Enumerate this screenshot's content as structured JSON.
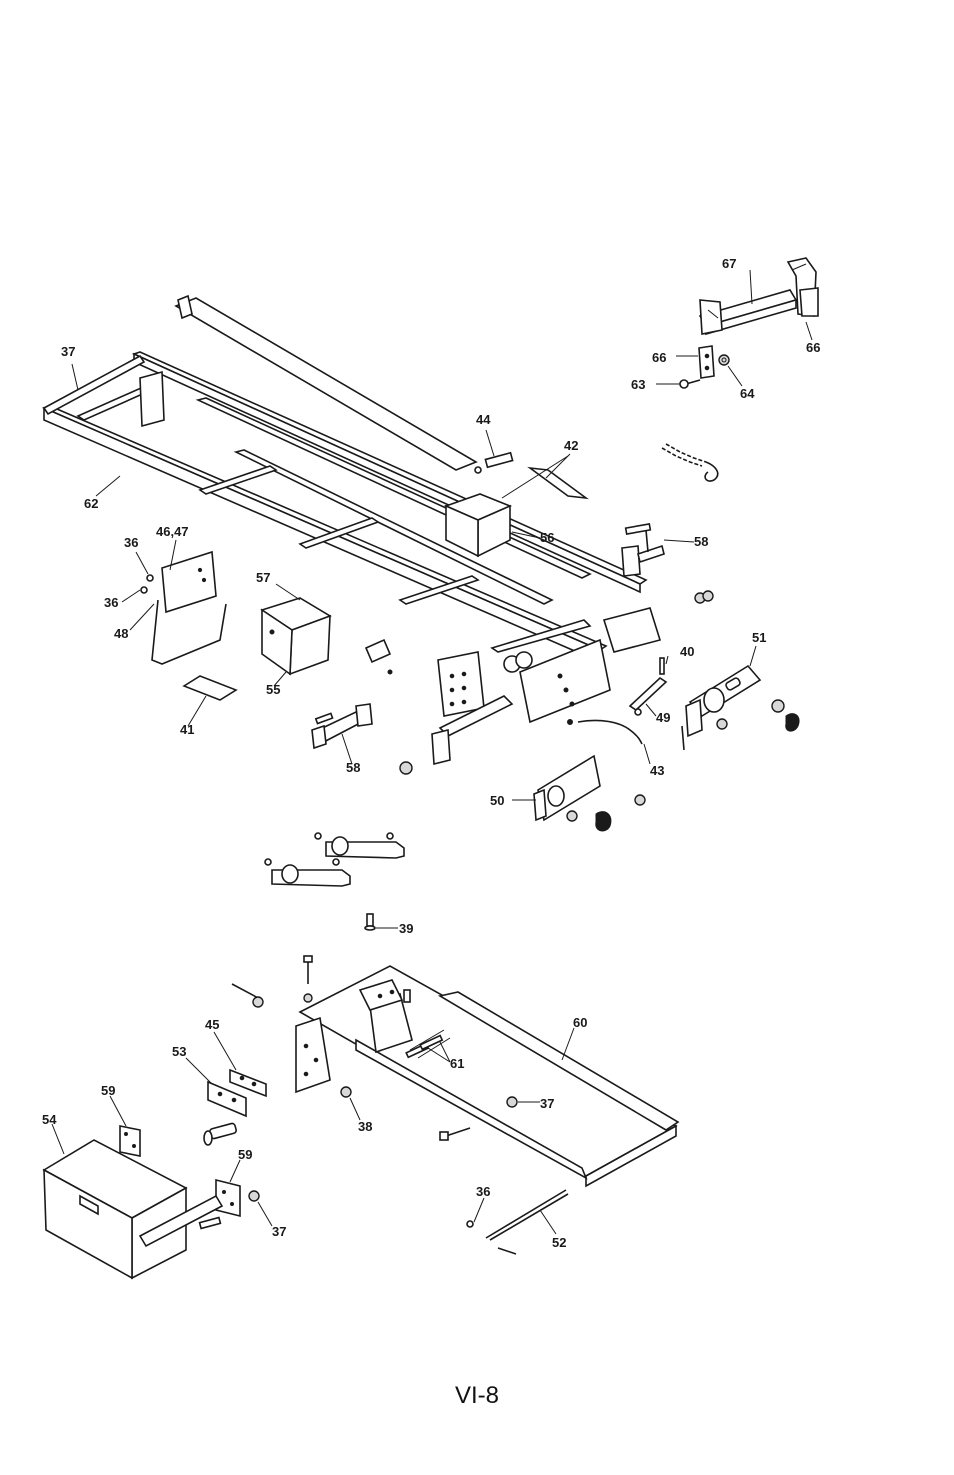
{
  "page_number": "VI-8",
  "callouts": [
    {
      "id": "c67",
      "text": "67"
    },
    {
      "id": "c66a",
      "text": "66"
    },
    {
      "id": "c66b",
      "text": "66"
    },
    {
      "id": "c63",
      "text": "63"
    },
    {
      "id": "c64",
      "text": "64"
    },
    {
      "id": "c37a",
      "text": "37"
    },
    {
      "id": "c44",
      "text": "44"
    },
    {
      "id": "c42",
      "text": "42"
    },
    {
      "id": "c62",
      "text": "62"
    },
    {
      "id": "c56",
      "text": "56"
    },
    {
      "id": "c58a",
      "text": "58"
    },
    {
      "id": "c46",
      "text": "46,47"
    },
    {
      "id": "c36a",
      "text": "36"
    },
    {
      "id": "c36b",
      "text": "36"
    },
    {
      "id": "c57",
      "text": "57"
    },
    {
      "id": "c48",
      "text": "48"
    },
    {
      "id": "c51",
      "text": "51"
    },
    {
      "id": "c40",
      "text": "40"
    },
    {
      "id": "c55",
      "text": "55"
    },
    {
      "id": "c49",
      "text": "49"
    },
    {
      "id": "c41",
      "text": "41"
    },
    {
      "id": "c58b",
      "text": "58"
    },
    {
      "id": "c43",
      "text": "43"
    },
    {
      "id": "c50",
      "text": "50"
    },
    {
      "id": "c39",
      "text": "39"
    },
    {
      "id": "c60",
      "text": "60"
    },
    {
      "id": "c45",
      "text": "45"
    },
    {
      "id": "c61",
      "text": "61"
    },
    {
      "id": "c53",
      "text": "53"
    },
    {
      "id": "c59a",
      "text": "59"
    },
    {
      "id": "c37b",
      "text": "37"
    },
    {
      "id": "c54",
      "text": "54"
    },
    {
      "id": "c38",
      "text": "38"
    },
    {
      "id": "c59b",
      "text": "59"
    },
    {
      "id": "c36c",
      "text": "36"
    },
    {
      "id": "c37c",
      "text": "37"
    },
    {
      "id": "c52",
      "text": "52"
    }
  ]
}
